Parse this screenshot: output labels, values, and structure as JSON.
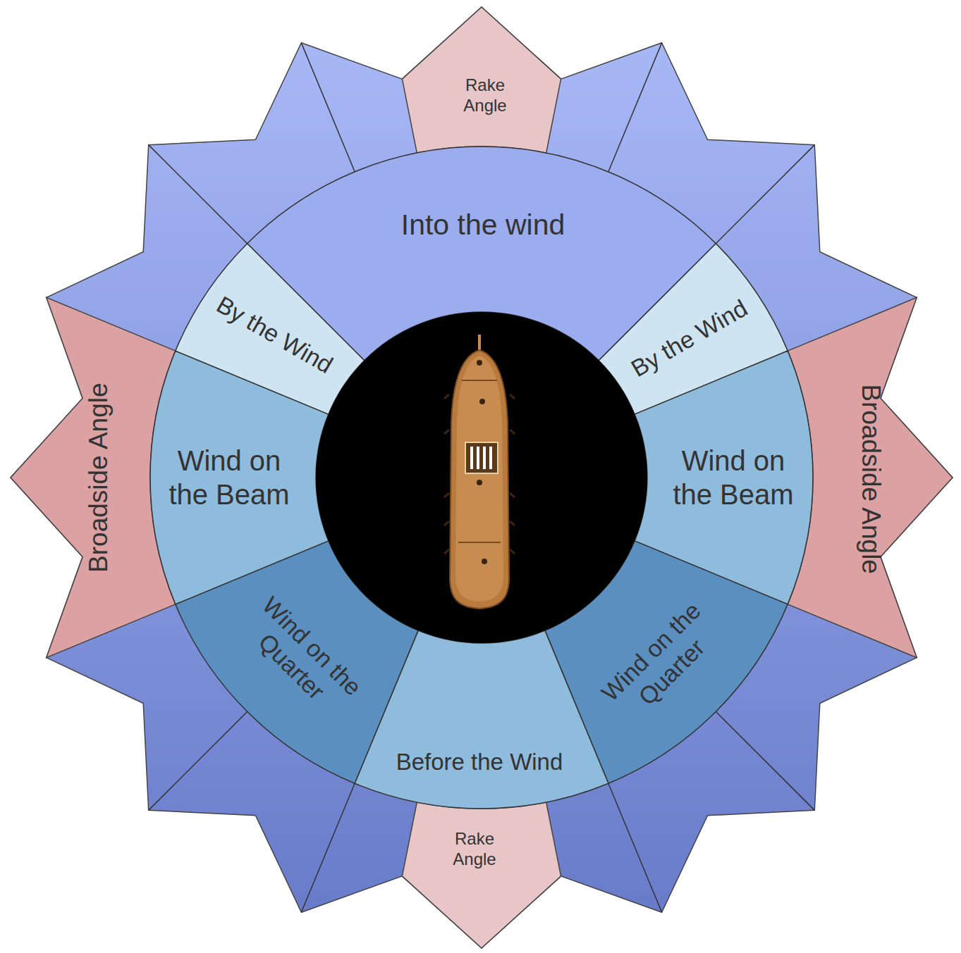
{
  "diagram": {
    "nodes": [
      {
        "text": [
          "Rake Angle"
        ]
      },
      {
        "text": [
          "Into the wind"
        ]
      },
      {
        "text": [
          "By the Wind"
        ]
      },
      {
        "text": [
          "By the Wind"
        ]
      },
      {
        "text": [
          "Broadside Angle"
        ]
      },
      {
        "text": [
          "Wind on the Beam"
        ]
      },
      {
        "text": [
          "Wind on the Beam"
        ]
      },
      {
        "text": [
          "Broadside Angle"
        ]
      },
      {
        "text": [
          "Wind on the Quarter"
        ]
      },
      {
        "text": [
          "Wind on the Quarter"
        ]
      },
      {
        "text": [
          "Before the Wind"
        ]
      },
      {
        "text": [
          "Rake Angle"
        ]
      }
    ]
  }
}
